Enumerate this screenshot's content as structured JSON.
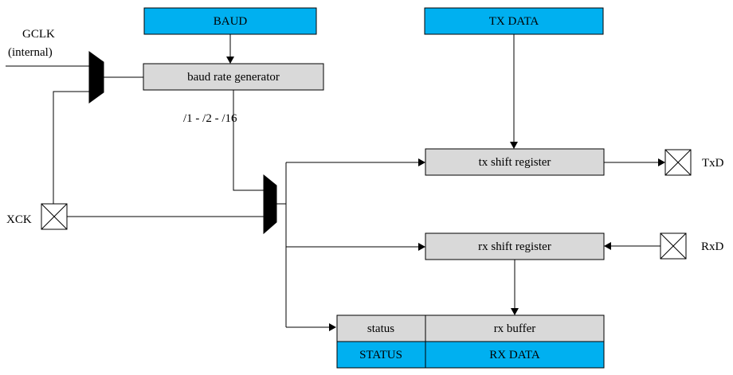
{
  "labels": {
    "baud": "BAUD",
    "tx_data": "TX DATA",
    "baud_gen": "baud rate generator",
    "gclk": "GCLK",
    "gclk_internal": "(internal)",
    "dividers": "/1 - /2  - /16",
    "tx_shift": "tx shift register",
    "rx_shift": "rx shift register",
    "xck": "XCK",
    "txd": "TxD",
    "rxd": "RxD",
    "status_box": "status",
    "rx_buffer": "rx buffer",
    "status_reg": "STATUS",
    "rx_data": "RX DATA"
  },
  "colors": {
    "register_fill": "#00b0f0",
    "block_fill": "#d9d9d9"
  }
}
